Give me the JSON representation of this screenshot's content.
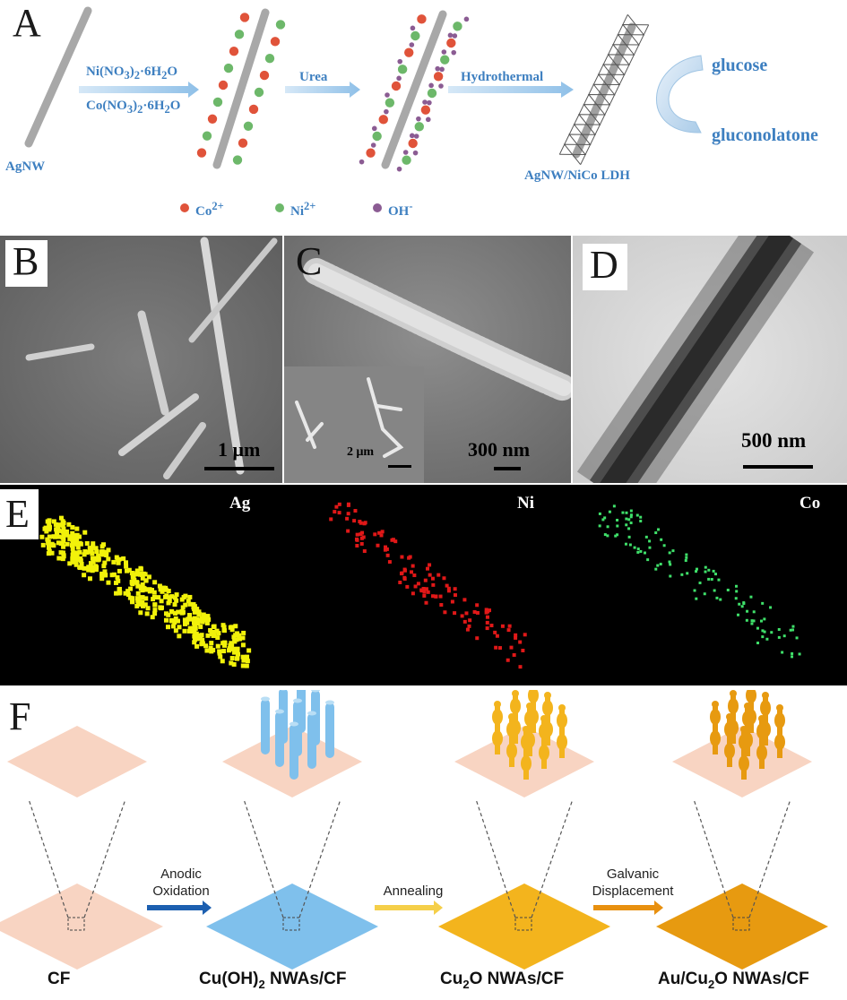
{
  "panel_A": {
    "label": "A",
    "start_label": "AgNW",
    "reagent_1": "Ni(NO",
    "reagent_1_sub": "3",
    "reagent_1_rest": ")",
    "reagent_1_sub2": "2",
    "reagent_1_tail": "·6H",
    "reagent_1_sub3": "2",
    "reagent_1_end": "O",
    "reagent_2": "Co(NO",
    "reagent_2_sub": "3",
    "reagent_2_rest": ")",
    "reagent_2_sub2": "2",
    "reagent_2_tail": "·6H",
    "reagent_2_sub3": "2",
    "reagent_2_end": "O",
    "step_urea": "Urea",
    "step_hydrothermal": "Hydrothermal",
    "product_label": "AgNW/NiCo LDH",
    "glucose": "glucose",
    "gluconolatone": "gluconolatone",
    "legend": [
      {
        "name": "Co",
        "sup": "2+",
        "color": "#e0533a"
      },
      {
        "name": "Ni",
        "sup": "2+",
        "color": "#6db86a"
      },
      {
        "name": "OH",
        "sup": "-",
        "color": "#8b5c93"
      }
    ]
  },
  "panel_B": {
    "label": "B",
    "scale_bar": "1 μm"
  },
  "panel_C": {
    "label": "C",
    "scale_bar": "300 nm",
    "inset_scale_bar": "2 μm"
  },
  "panel_D": {
    "label": "D",
    "scale_bar": "500 nm"
  },
  "panel_E": {
    "label": "E",
    "maps": [
      {
        "element": "Ag",
        "color": "#f2f20a"
      },
      {
        "element": "Ni",
        "color": "#e01818"
      },
      {
        "element": "Co",
        "color": "#3fe06a"
      }
    ]
  },
  "panel_F": {
    "label": "F",
    "step_1_line1": "Anodic",
    "step_1_line2": "Oxidation",
    "step_2": "Annealing",
    "step_3_line1": "Galvanic",
    "step_3_line2": "Displacement",
    "cap_1": "CF",
    "cap_2_a": "Cu(OH)",
    "cap_2_sub": "2",
    "cap_2_b": " NWAs/CF",
    "cap_3_a": "Cu",
    "cap_3_sub": "2",
    "cap_3_b": "O NWAs/CF",
    "cap_4_a": "Au/Cu",
    "cap_4_sub": "2",
    "cap_4_b": "O NWAs/CF",
    "colors": {
      "substrate": "#f8d4c2",
      "cu_oh": "#7fc0ec",
      "cu2o": "#f3b41d",
      "au_cu2o": "#e79a10",
      "arrow_1": "#1c5fb0",
      "arrow_2": "#f5cf49",
      "arrow_3": "#e8900f"
    }
  }
}
